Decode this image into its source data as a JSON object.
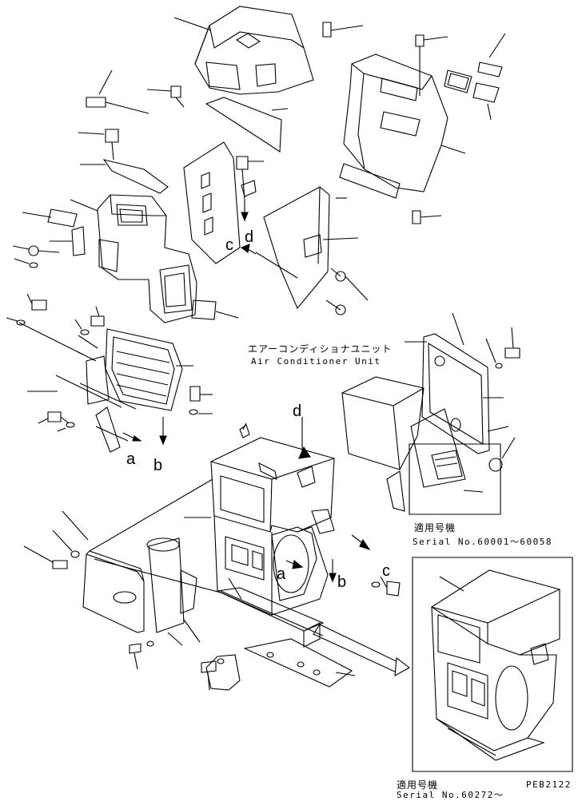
{
  "title": {
    "ja": "エアーコンディショナユニット",
    "en": "Air Conditioner Unit"
  },
  "callouts": {
    "a": "a",
    "b": "b",
    "c": "c",
    "d": "d"
  },
  "serial_box_1": {
    "ja": "適用号機",
    "en": "Serial No.60001〜60058"
  },
  "serial_box_2": {
    "ja": "適用号機",
    "en": "Serial No.60272〜"
  },
  "drawing_code": "PEB2122"
}
